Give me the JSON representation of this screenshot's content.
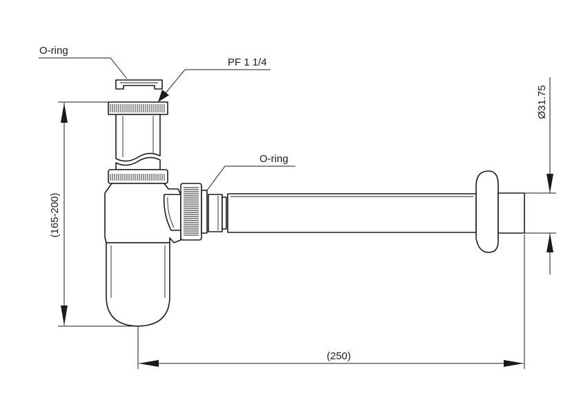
{
  "labels": {
    "oring_top": "O-ring",
    "thread": "PF 1 1/4",
    "oring_side": "O-ring"
  },
  "dimensions": {
    "height": "(165-200)",
    "length": "(250)",
    "diameter": "Ø31.75"
  },
  "colors": {
    "line": "#1a1a1a",
    "background": "#ffffff"
  }
}
